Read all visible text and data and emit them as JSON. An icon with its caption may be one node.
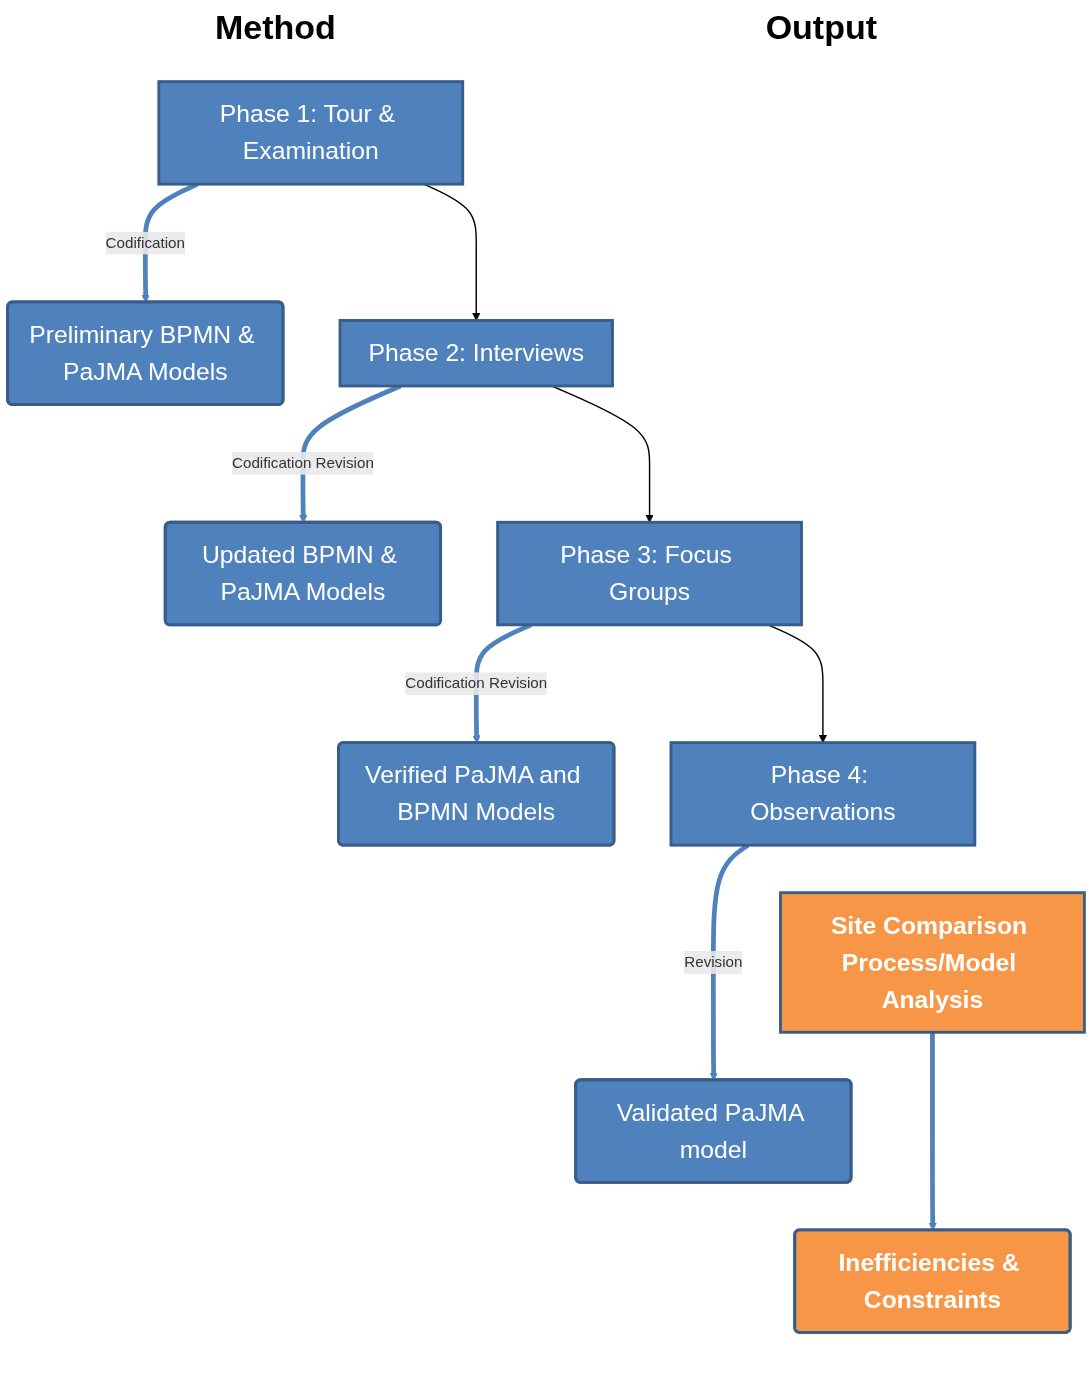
{
  "diagram": {
    "nodes": [
      {
        "text": [
          "Phase 1: Tour & Examination"
        ]
      },
      {
        "text": [
          "Preliminary BPMN & PaJMA Models"
        ]
      },
      {
        "text": [
          "Phase 2: Interviews"
        ]
      },
      {
        "text": [
          "Updated BPMN & PaJMA Models"
        ]
      },
      {
        "text": [
          "Phase 3: Focus Groups"
        ]
      },
      {
        "text": [
          "Verified PaJMA and BPMN Models"
        ]
      },
      {
        "text": [
          "Phase 4: Observations"
        ]
      },
      {
        "text": [
          "Validated PaJMA model"
        ]
      },
      {
        "text": [
          "Site Comparison Process/Model Analysis"
        ]
      },
      {
        "text": [
          "Inefficiencies & Constraints"
        ]
      }
    ],
    "edges": [
      {
        "from": 0,
        "to": 1,
        "arrow": "to",
        "label": "Codification"
      },
      {
        "from": 0,
        "to": 2,
        "arrow": "to",
        "color": "#000000"
      },
      {
        "from": 2,
        "to": 3,
        "arrow": "to",
        "label": "Codification Revision"
      },
      {
        "from": 2,
        "to": 4,
        "arrow": "to",
        "color": "#000000"
      },
      {
        "from": 4,
        "to": 5,
        "arrow": "to",
        "label": "Codification Revision"
      },
      {
        "from": 4,
        "to": 6,
        "arrow": "to",
        "color": "#000000"
      },
      {
        "from": 6,
        "to": 7,
        "arrow": "to",
        "label": "Revision"
      },
      {
        "from": 8,
        "to": 9,
        "arrow": "to"
      }
    ],
    "labels": [
      "Method",
      "Output"
    ]
  }
}
